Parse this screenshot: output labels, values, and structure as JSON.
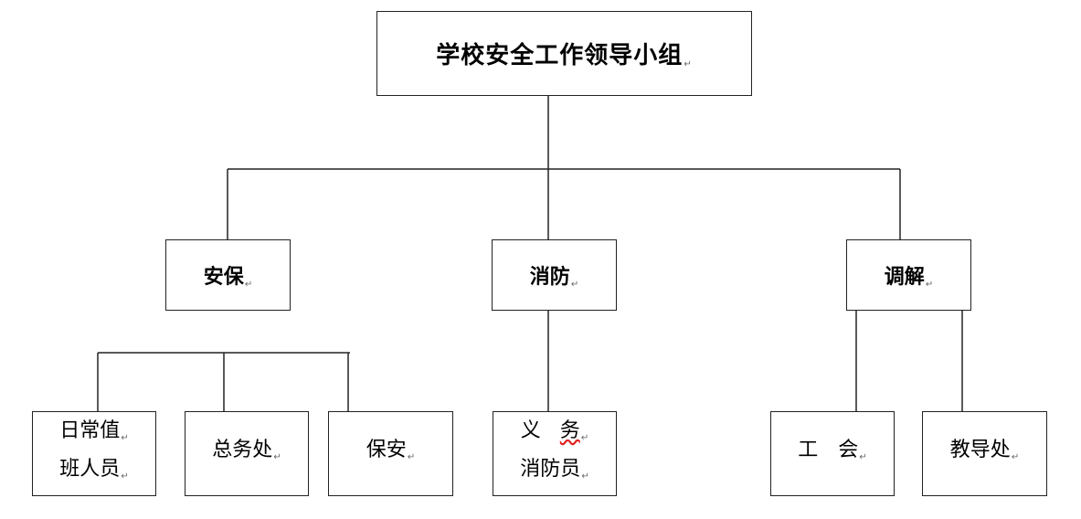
{
  "root": {
    "label": "学校安全工作领导小组"
  },
  "groups": [
    {
      "label": "安保",
      "members": [
        "日常值班人员",
        "总务处",
        "保安"
      ]
    },
    {
      "label": "消防",
      "members": [
        "义务消防员"
      ]
    },
    {
      "label": "调解",
      "members": [
        "工会",
        "教导处"
      ]
    }
  ],
  "leaves": {
    "duty_line1": "日常值",
    "duty_line2": "班人员",
    "general_affairs": "总务处",
    "security_guard": "保安",
    "firefighter_line1a": "义",
    "firefighter_line1b": "务",
    "firefighter_line2": "消防员",
    "union": "工　会",
    "academic_affairs": "教导处"
  },
  "paragraph_mark": "↵",
  "colors": {
    "line": "#222222",
    "spellcheck_underline": "#e02020"
  }
}
